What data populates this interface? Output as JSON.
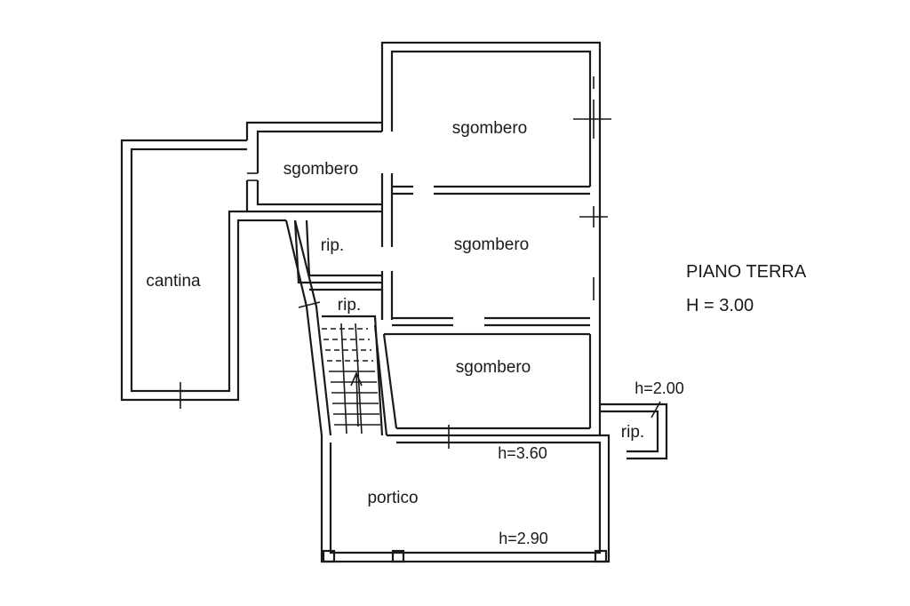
{
  "plan": {
    "title": "PIANO TERRA",
    "ceiling_height": "H = 3.00",
    "rooms": {
      "sgombero_top": "sgombero",
      "sgombero_left": "sgombero",
      "sgombero_mid": "sgombero",
      "sgombero_low": "sgombero",
      "cantina": "cantina",
      "rip_1": "rip.",
      "rip_2": "rip.",
      "rip_ext": "rip.",
      "portico": "portico"
    },
    "heights": {
      "rip_ext": "h=2.00",
      "portico_high": "h=3.60",
      "portico_low": "h=2.90"
    }
  }
}
